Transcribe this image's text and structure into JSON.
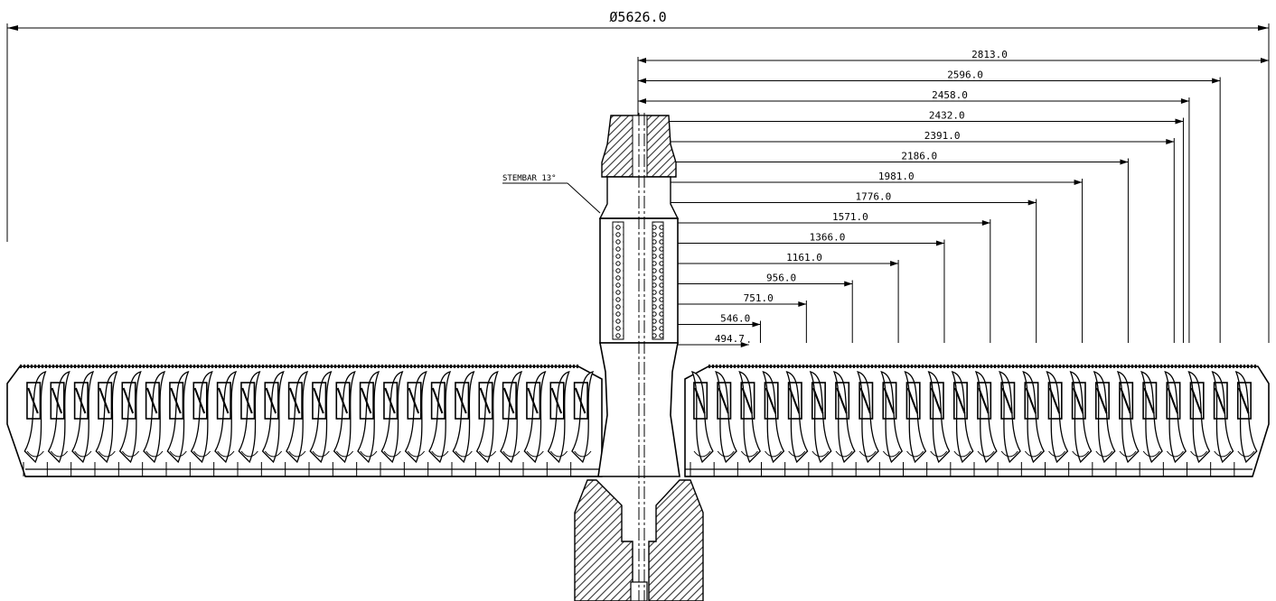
{
  "drawing": {
    "overall_diameter": "Ø5626.0",
    "stem_label": "STEMBAR 13°",
    "radii": [
      {
        "value": 2813.0,
        "label": "2813.0"
      },
      {
        "value": 2596.0,
        "label": "2596.0"
      },
      {
        "value": 2458.0,
        "label": "2458.0"
      },
      {
        "value": 2432.0,
        "label": "2432.0"
      },
      {
        "value": 2391.0,
        "label": "2391.0"
      },
      {
        "value": 2186.0,
        "label": "2186.0"
      },
      {
        "value": 1981.0,
        "label": "1981.0"
      },
      {
        "value": 1776.0,
        "label": "1776.0"
      },
      {
        "value": 1571.0,
        "label": "1571.0"
      },
      {
        "value": 1366.0,
        "label": "1366.0"
      },
      {
        "value": 1161.0,
        "label": "1161.0"
      },
      {
        "value": 956.0,
        "label": "956.0"
      },
      {
        "value": 751.0,
        "label": "751.0"
      },
      {
        "value": 546.0,
        "label": "546.0"
      },
      {
        "value": 494.7,
        "label": "494.7"
      }
    ],
    "line_color": "#000000",
    "hatch_color": "#555555",
    "background_color": "#ffffff"
  }
}
